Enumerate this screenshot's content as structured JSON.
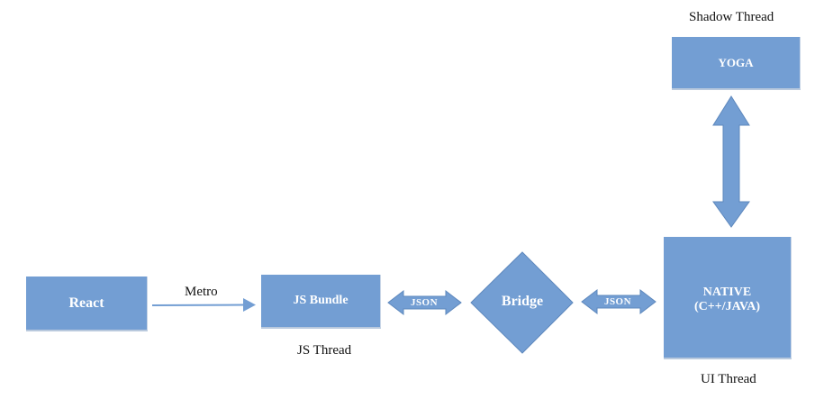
{
  "nodes": {
    "react": "React",
    "js_bundle": "JS Bundle",
    "bridge": "Bridge",
    "native_line1": "NATIVE",
    "native_line2": "(C++/JAVA)",
    "yoga": "YOGA"
  },
  "edges": {
    "metro": "Metro",
    "json_left": "JSON",
    "json_right": "JSON"
  },
  "threads": {
    "js": "JS Thread",
    "ui": "UI Thread",
    "shadow": "Shadow Thread"
  },
  "colors": {
    "node_fill": "#739ed3",
    "node_text": "#ffffff",
    "caption_text": "#111111"
  }
}
